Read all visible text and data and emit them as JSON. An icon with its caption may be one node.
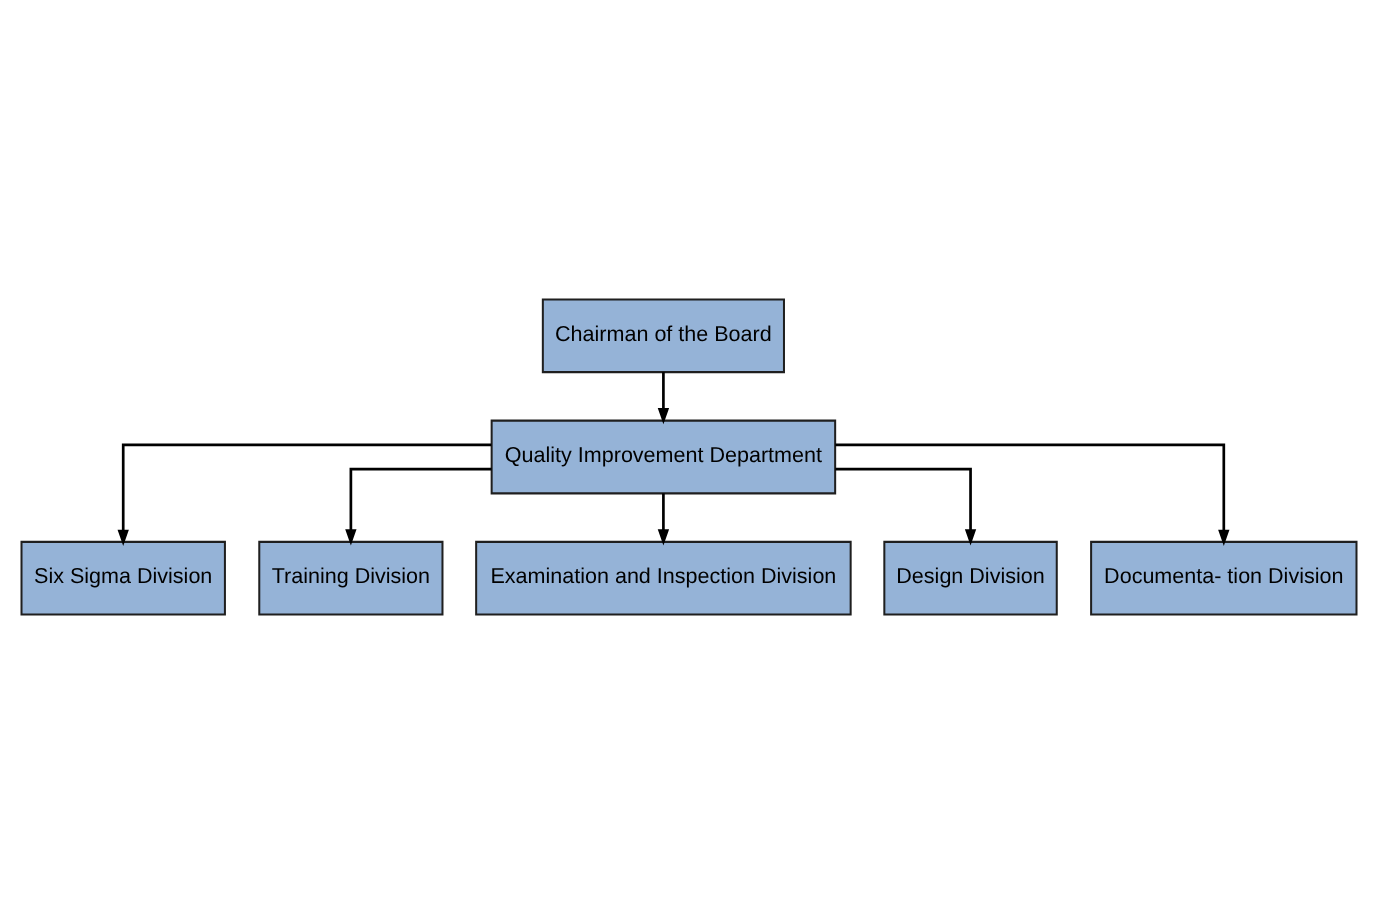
{
  "diagram": {
    "nodes": [
      {
        "text": [
          "Chairman of the Board"
        ]
      },
      {
        "text": [
          "Quality Improvement Department"
        ]
      },
      {
        "text": [
          "Six Sigma Division"
        ]
      },
      {
        "text": [
          "Training Division"
        ]
      },
      {
        "text": [
          "Design Division"
        ]
      },
      {
        "text": [
          "Documenta- tion Division"
        ]
      },
      {
        "text": [
          "Examination and Inspection Division"
        ]
      }
    ],
    "edges": [
      {
        "from": 0,
        "to": 1,
        "arrow": "to"
      },
      {
        "from": 1,
        "to": 2,
        "arrow": "to"
      },
      {
        "from": 1,
        "to": 3,
        "arrow": "to"
      },
      {
        "from": 1,
        "to": 4,
        "arrow": "to"
      },
      {
        "from": 1,
        "to": 5,
        "arrow": "to"
      },
      {
        "from": 1,
        "to": 6,
        "arrow": "to"
      }
    ]
  }
}
